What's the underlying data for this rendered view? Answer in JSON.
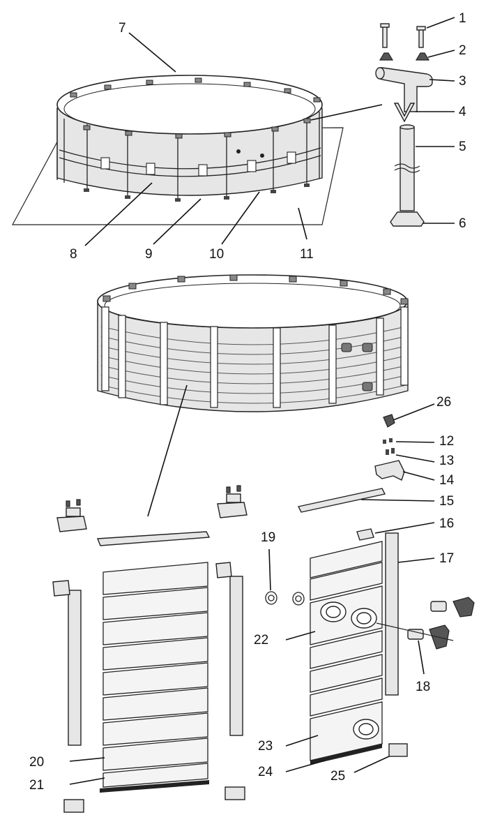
{
  "diagram": {
    "callouts": [
      {
        "id": "1",
        "label": "1"
      },
      {
        "id": "2",
        "label": "2"
      },
      {
        "id": "3",
        "label": "3"
      },
      {
        "id": "4",
        "label": "4"
      },
      {
        "id": "5",
        "label": "5"
      },
      {
        "id": "6",
        "label": "6"
      },
      {
        "id": "7",
        "label": "7"
      },
      {
        "id": "8",
        "label": "8"
      },
      {
        "id": "9",
        "label": "9"
      },
      {
        "id": "10",
        "label": "10"
      },
      {
        "id": "11",
        "label": "11"
      },
      {
        "id": "12",
        "label": "12"
      },
      {
        "id": "13",
        "label": "13"
      },
      {
        "id": "14",
        "label": "14"
      },
      {
        "id": "15",
        "label": "15"
      },
      {
        "id": "16",
        "label": "16"
      },
      {
        "id": "17",
        "label": "17"
      },
      {
        "id": "18",
        "label": "18"
      },
      {
        "id": "19",
        "label": "19"
      },
      {
        "id": "20",
        "label": "20"
      },
      {
        "id": "21",
        "label": "21"
      },
      {
        "id": "22",
        "label": "22"
      },
      {
        "id": "23",
        "label": "23"
      },
      {
        "id": "24",
        "label": "24"
      },
      {
        "id": "25",
        "label": "25"
      },
      {
        "id": "26",
        "label": "26"
      }
    ]
  },
  "colors": {
    "line": "#222222",
    "part_fill": "#e6e6e6",
    "background": "#ffffff"
  }
}
